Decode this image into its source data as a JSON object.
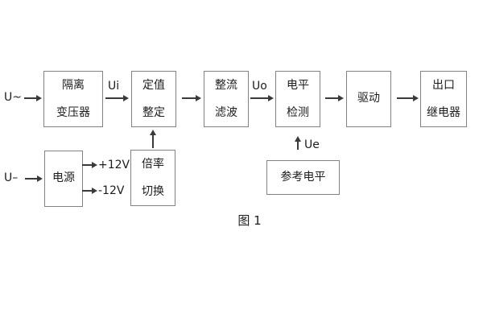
{
  "figure": {
    "caption": "图 1"
  },
  "blocks": {
    "isolation": "隔离\n变压器",
    "setting": "定值\n整定",
    "rectifier": "整流\n滤波",
    "level": "电平\n检测",
    "drive": "驱动",
    "output": "出口\n继电器",
    "power": "电源",
    "multiplier": "倍率\n切换",
    "reference": "参考电平"
  },
  "signals": {
    "input_ac": "U~",
    "input_dc": "U–",
    "ui": "Ui",
    "uo": "Uo",
    "ue": "Ue",
    "plus_12v": "+12V",
    "minus_12v": "-12V"
  },
  "colors": {
    "line": "#3a3a3a",
    "box_border": "#828282",
    "text": "#1c1c1c",
    "background": "#ffffff"
  }
}
